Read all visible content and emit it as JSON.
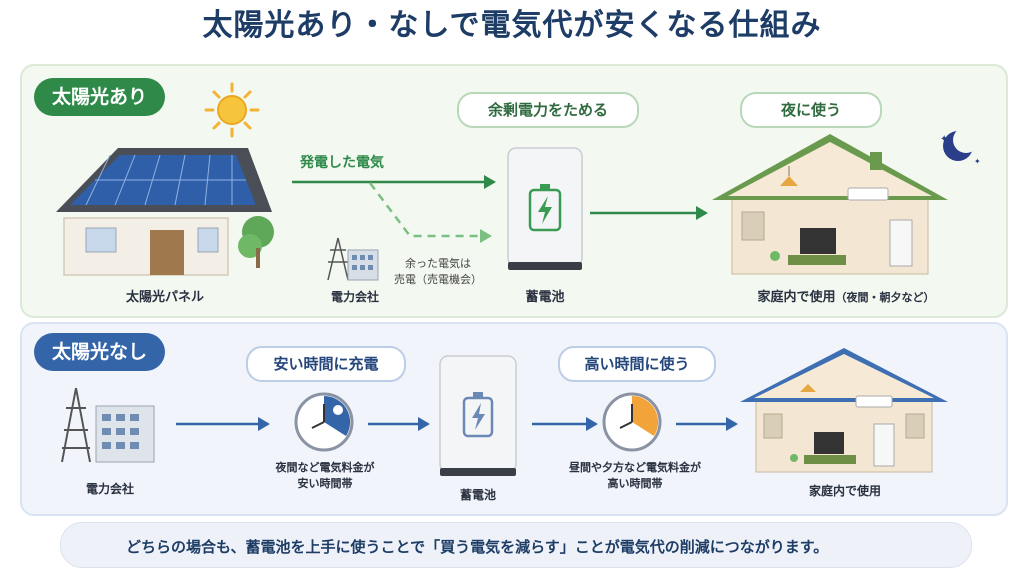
{
  "title": "太陽光あり・なしで電気代が安くなる仕組み",
  "top": {
    "tag": "太陽光あり",
    "bubble_store": "余剰電力をためる",
    "bubble_night": "夜に使う",
    "arrow_label": "発電した電気",
    "surplus_line1": "余った電気は",
    "surplus_line2": "売電（売電機会）",
    "label_panel": "太陽光パネル",
    "label_utility": "電力会社",
    "label_battery": "蓄電池",
    "label_home": "家庭内で使用",
    "label_home_note": "（夜間・朝夕など）"
  },
  "bottom": {
    "tag": "太陽光なし",
    "bubble_charge": "安い時間に充電",
    "bubble_use": "高い時間に使う",
    "label_utility": "電力会社",
    "cheap_line1": "夜間など電気料金が",
    "cheap_line2": "安い時間帯",
    "label_battery": "蓄電池",
    "expensive_line1": "昼間や夕方など電気料金が",
    "expensive_line2": "高い時間帯",
    "label_home": "家庭内で使用"
  },
  "footer": {
    "text": "どちらの場合も、蓄電池を上手に使うことで「買う電気を減らす」ことが電気代の削減につながります。",
    "icon": "lightbulb-icon"
  },
  "colors": {
    "green": "#2f8a4a",
    "blue": "#3465a8",
    "navy": "#1e3d66",
    "orange": "#f2a33a"
  }
}
